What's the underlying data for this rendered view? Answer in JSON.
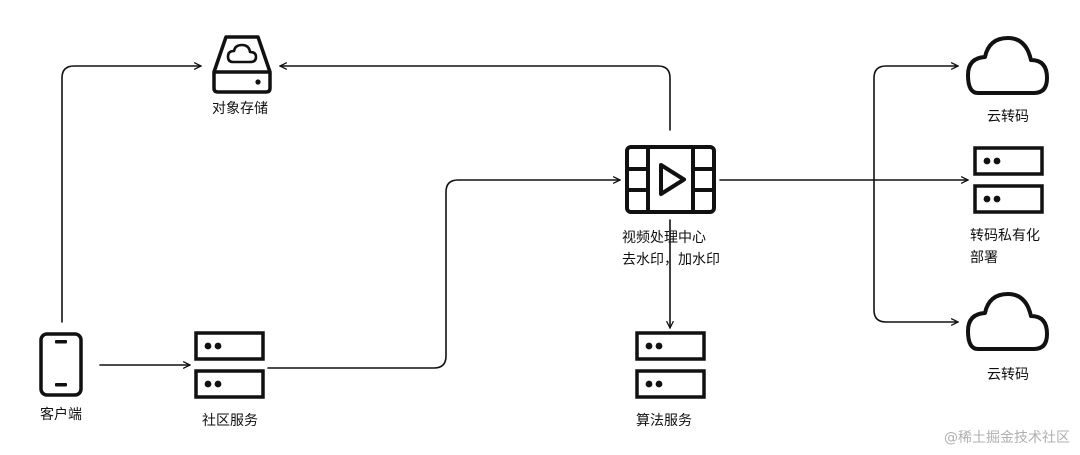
{
  "nodes": {
    "object_storage": "对象存储",
    "client": "客户端",
    "community_service": "社区服务",
    "video_center_line1": "视频处理中心",
    "video_center_line2": "去水印，加水印",
    "algorithm_service": "算法服务",
    "cloud_transcode_top": "云转码",
    "private_transcode_line1": "转码私有化",
    "private_transcode_line2": "部署",
    "cloud_transcode_bottom": "云转码"
  },
  "watermark": "@稀土掘金技术社区",
  "colors": {
    "stroke": "#111111",
    "background": "#ffffff",
    "watermark": "#b0b0b0"
  }
}
